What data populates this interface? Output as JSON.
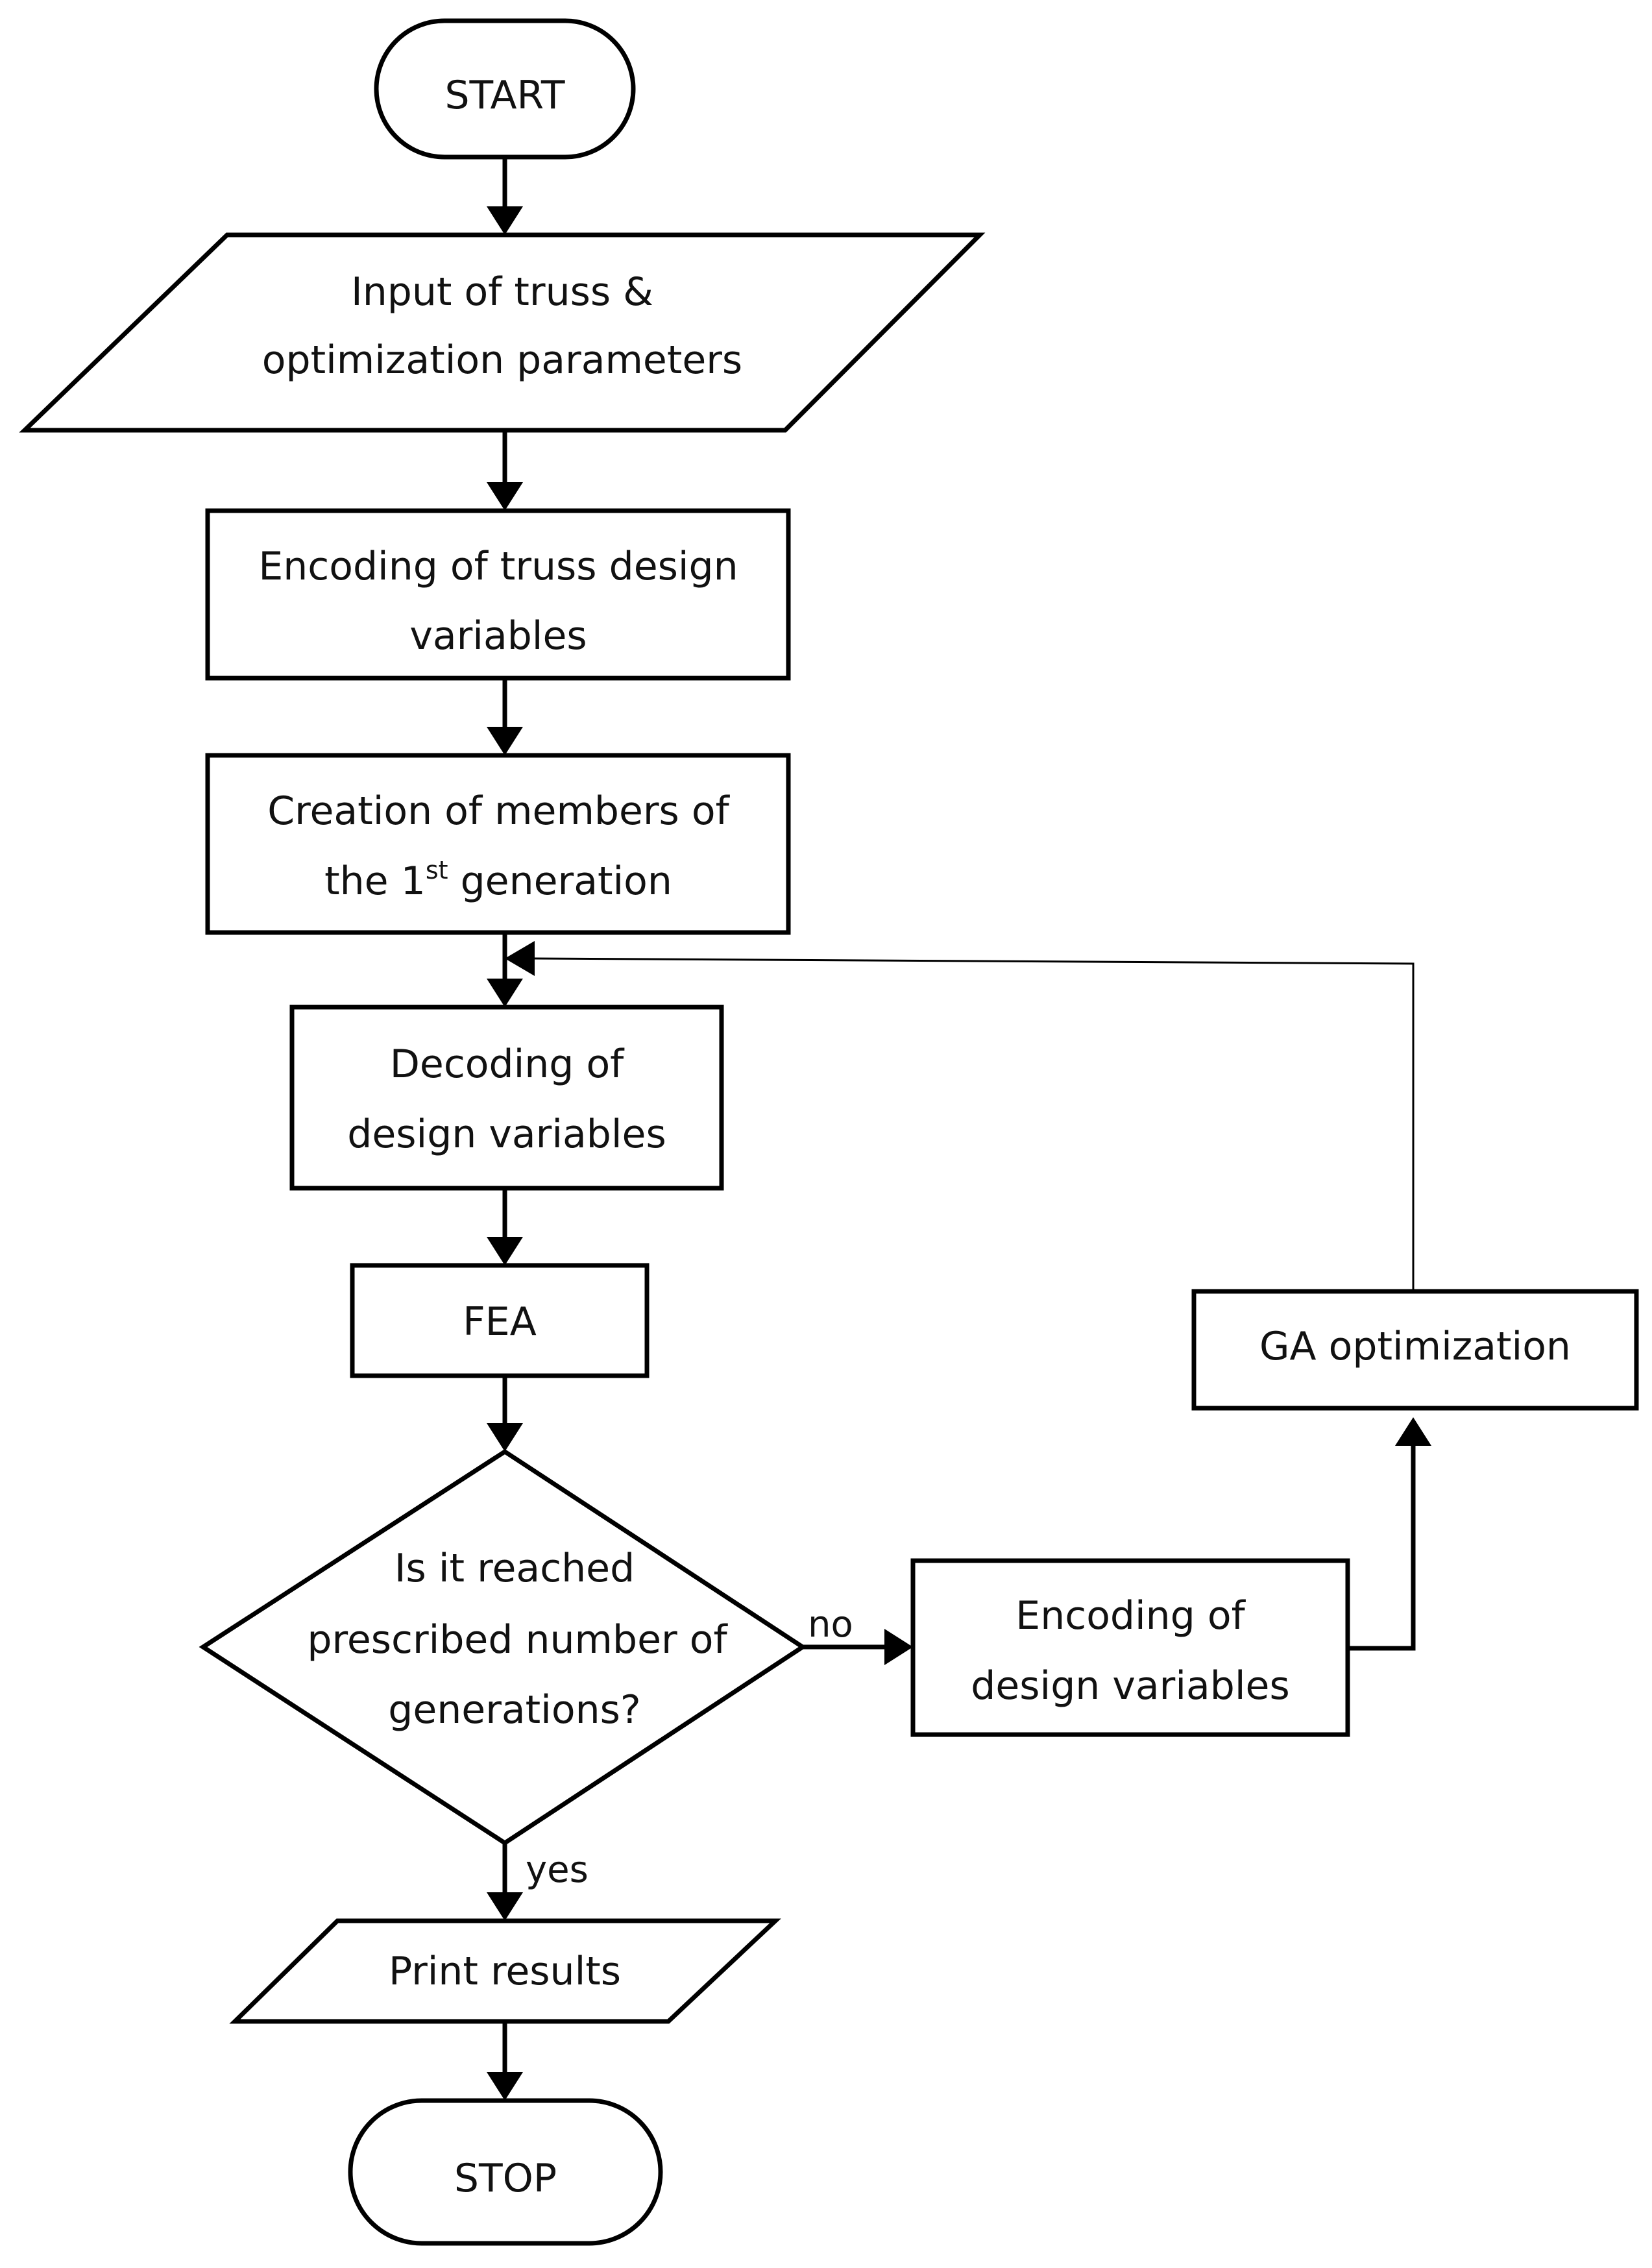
{
  "nodes": {
    "start": "START",
    "input_line1": "Input of truss &",
    "input_line2": "optimization parameters",
    "encode_truss_line1": "Encoding of truss design",
    "encode_truss_line2": "variables",
    "creation_line1": "Creation of members of",
    "creation_line2_pre": "the 1",
    "creation_line2_sup": "st",
    "creation_line2_post": " generation",
    "decode_line1": "Decoding of",
    "decode_line2": "design variables",
    "fea": "FEA",
    "decision_line1": "Is it reached",
    "decision_line2": "prescribed number of",
    "decision_line3": "generations?",
    "encode_line1": "Encoding of",
    "encode_line2": "design variables",
    "ga": "GA optimization",
    "print": "Print results",
    "stop": "STOP"
  },
  "edges": {
    "no_label": "no",
    "yes_label": "yes"
  }
}
